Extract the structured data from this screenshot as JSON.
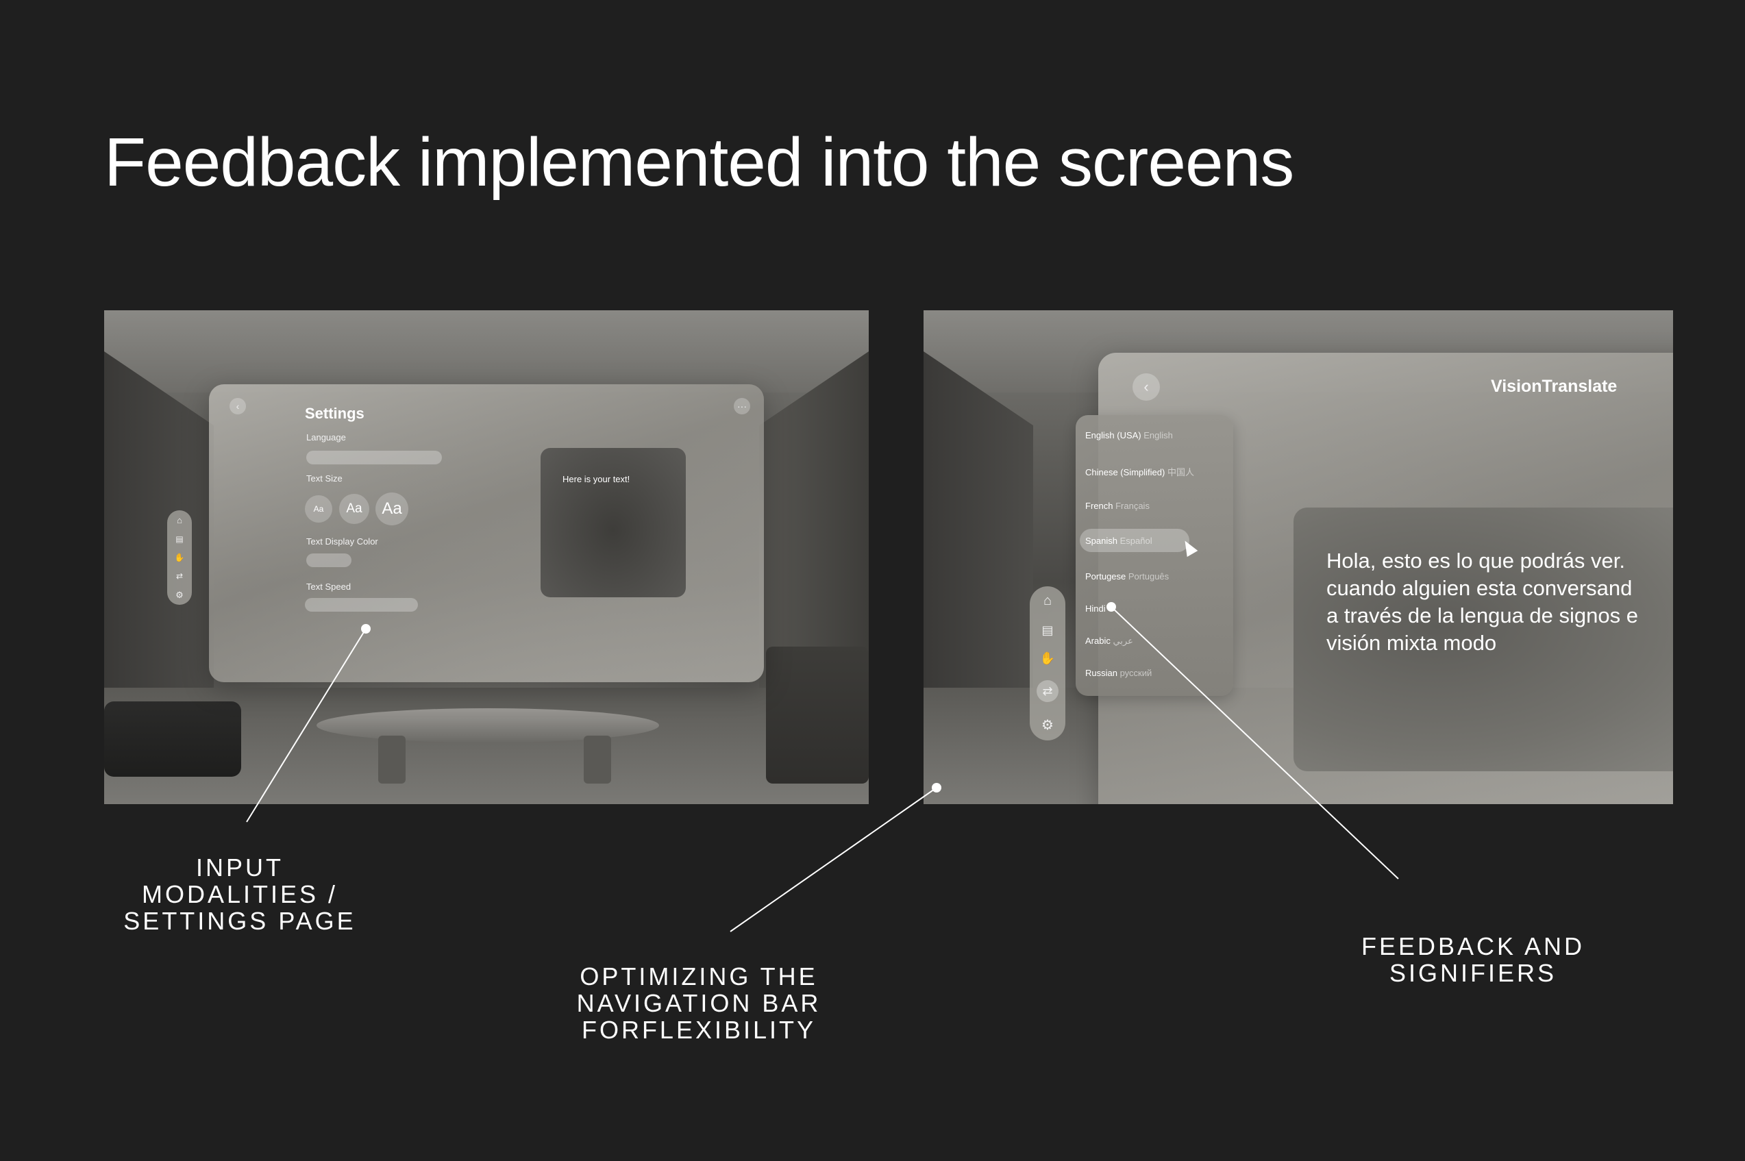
{
  "page": {
    "title": "Feedback implemented into the screens"
  },
  "left_screen": {
    "settings": {
      "title": "Settings",
      "back_icon": "chevron-left-icon",
      "more_icon": "ellipsis-icon",
      "language_label": "Language",
      "text_size_label": "Text Size",
      "text_size_options": [
        "Aa",
        "Aa",
        "Aa"
      ],
      "text_display_color_label": "Text Display Color",
      "text_speed_label": "Text Speed"
    },
    "preview_text": "Here is your text!",
    "nav_icons": [
      "home-icon",
      "document-icon",
      "sign-language-icon",
      "translate-icon",
      "gear-icon"
    ]
  },
  "right_screen": {
    "app_title": "VisionTranslate",
    "back_icon": "chevron-left-icon",
    "languages": [
      {
        "name": "English (USA)",
        "native": "English"
      },
      {
        "name": "Chinese (Simplified)",
        "native": "中国人"
      },
      {
        "name": "French",
        "native": "Français"
      },
      {
        "name": "Spanish",
        "native": "Español"
      },
      {
        "name": "Portugese",
        "native": "Português"
      },
      {
        "name": "Hindi",
        "native": ""
      },
      {
        "name": "Arabic",
        "native": "عربي"
      },
      {
        "name": "Russian",
        "native": "русский"
      }
    ],
    "selected_language": "Spanish",
    "translation_text": "Hola, esto es lo que podrás ver.\ncuando alguien esta conversand\na través de la lengua de signos e\nvisión mixta modo",
    "nav_icons": [
      "home-icon",
      "document-icon",
      "sign-language-icon",
      "translate-icon",
      "gear-icon"
    ]
  },
  "annotations": {
    "input_modalities": "INPUT\nMODALITIES /\nSETTINGS PAGE",
    "navigation_bar": "OPTIMIZING THE\nNAVIGATION BAR\nFORFLEXIBILITY",
    "feedback": "FEEDBACK AND\nSIGNIFIERS"
  }
}
